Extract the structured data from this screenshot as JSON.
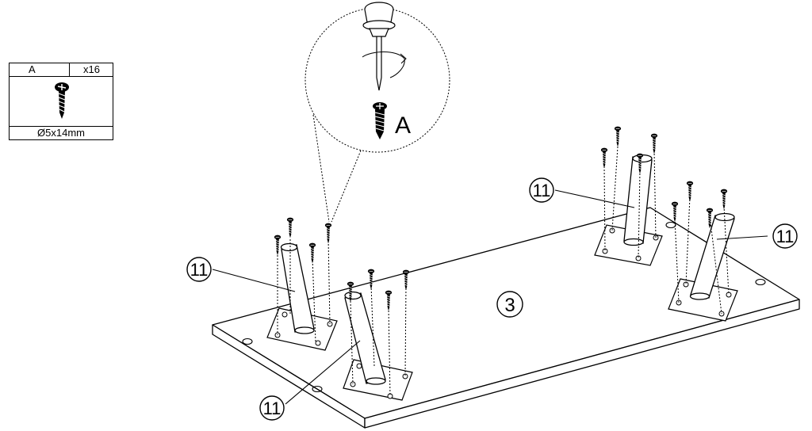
{
  "parts_table": {
    "letter": "A",
    "quantity": "x16",
    "size": "Ø5x14mm"
  },
  "callout": {
    "screw_letter": "A"
  },
  "part_labels": {
    "leg": "11",
    "tabletop": "3"
  },
  "colors": {
    "line": "#000000",
    "background": "#ffffff"
  },
  "icons": [
    "screw-icon",
    "screwdriver-icon"
  ]
}
